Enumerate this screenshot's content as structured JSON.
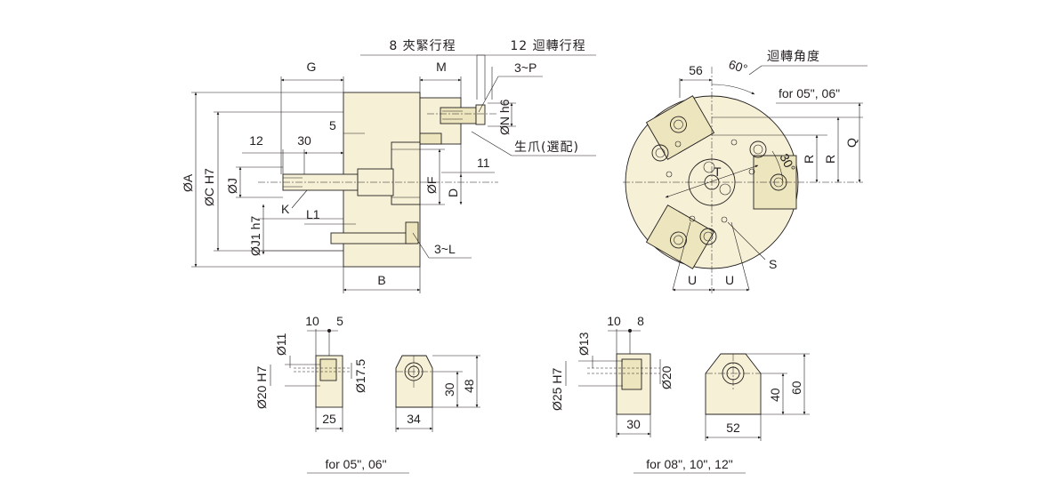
{
  "front_view": {
    "labels": {
      "G": "G",
      "M": "M",
      "clamp_stroke": "8 夾緊行程",
      "rotate_stroke": "12 迴轉行程",
      "P": "3~P",
      "N": "ØN h6",
      "soft_jaw": "生爪(選配)",
      "dim_5": "5",
      "dim_12": "12",
      "dim_30": "30",
      "dim_11": "11",
      "A": "ØA",
      "C": "ØC H7",
      "J": "ØJ",
      "F": "ØF",
      "D": "D",
      "K": "K",
      "L1": "L1",
      "J1": "ØJ1 h7",
      "L": "3~L",
      "B": "B"
    }
  },
  "side_view": {
    "labels": {
      "dim_56": "56",
      "angle_60": "60°",
      "rotation_angle": "迴轉角度",
      "for_0506": "for 05\", 06\"",
      "R1": "R",
      "R2": "R",
      "Q": "Q",
      "angle_30": "30°",
      "T": "T",
      "S": "S",
      "U1": "U",
      "U2": "U"
    }
  },
  "jaw_small": {
    "labels": {
      "dim_10": "10",
      "dim_5": "5",
      "dia_11": "Ø11",
      "dia_20": "Ø20 H7",
      "dia_17_5": "Ø17.5",
      "dim_25": "25",
      "dim_30": "30",
      "dim_48": "48",
      "dim_34": "34"
    },
    "caption": "for 05\", 06\""
  },
  "jaw_large": {
    "labels": {
      "dim_10": "10",
      "dim_8": "8",
      "dia_13": "Ø13",
      "dia_25": "Ø25 H7",
      "dia_20": "Ø20",
      "dim_30": "30",
      "dim_40": "40",
      "dim_60": "60",
      "dim_52": "52"
    },
    "caption": "for 08\", 10\", 12\""
  }
}
